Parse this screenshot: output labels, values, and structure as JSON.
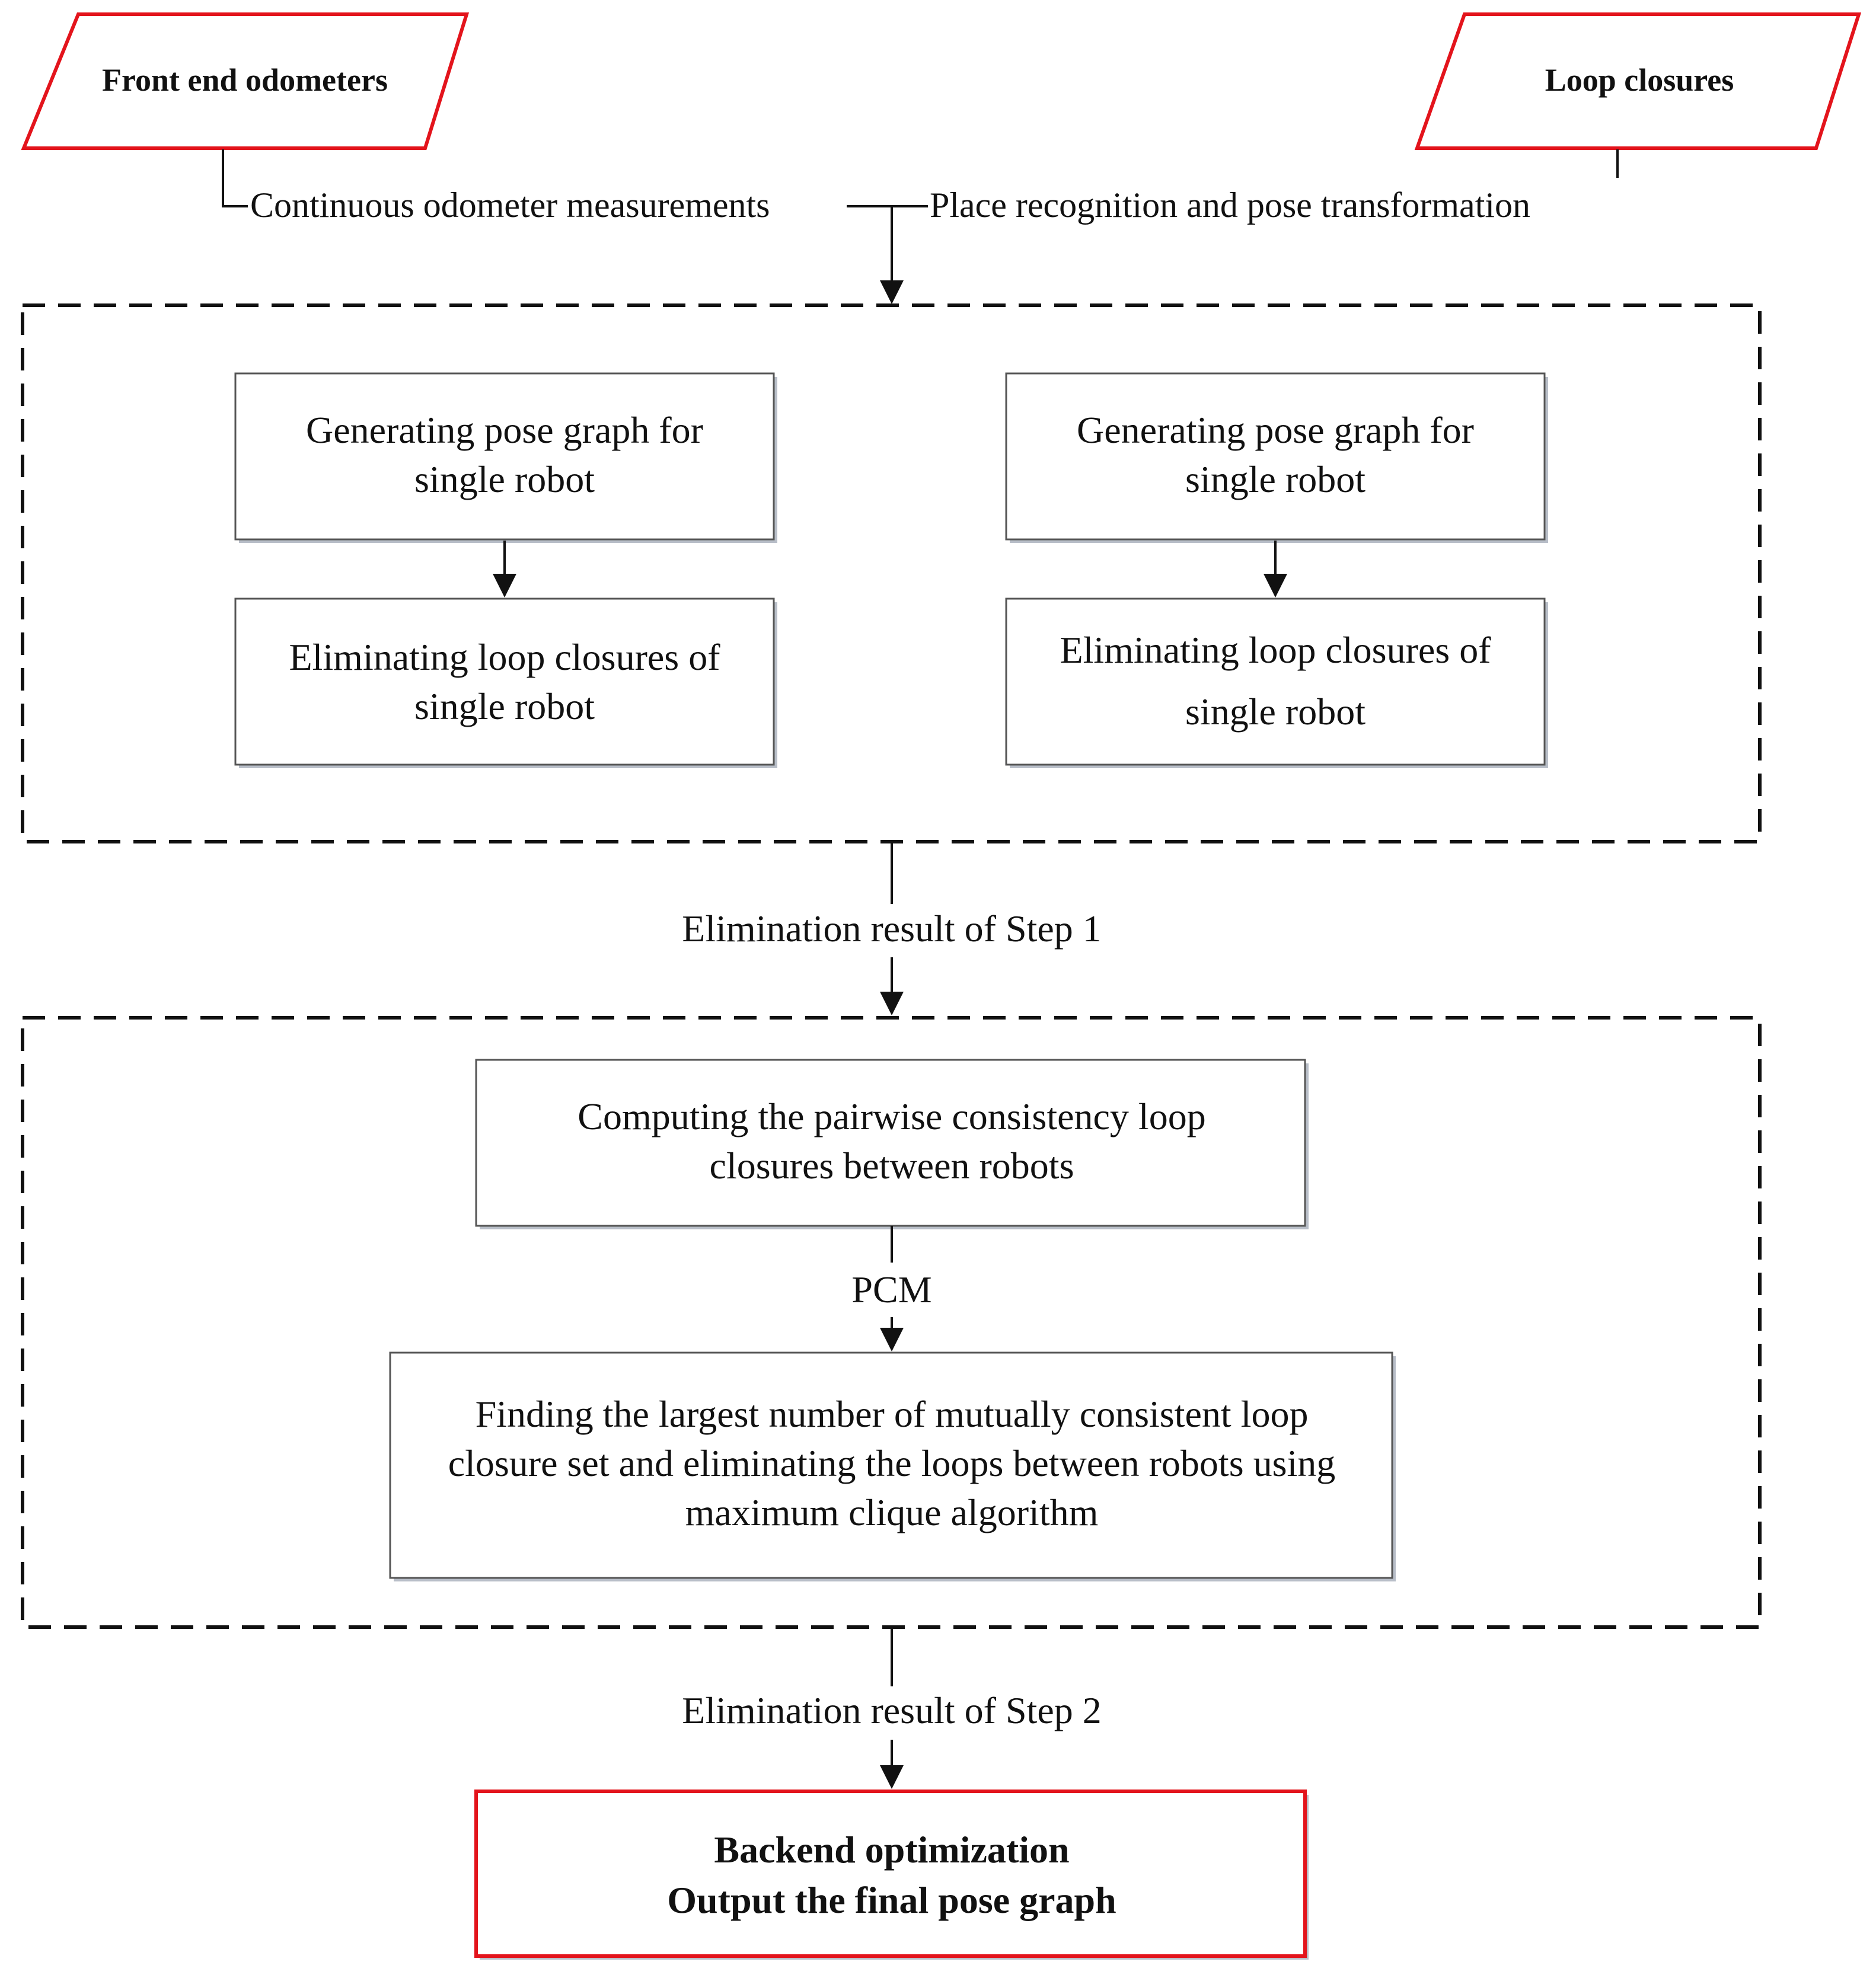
{
  "inputs": {
    "left": "Front end odometers",
    "right": "Loop closures",
    "left_edge": "Continuous odometer measurements",
    "right_edge": "Place recognition and pose transformation"
  },
  "step1": {
    "left_generate": [
      "Generating pose graph for",
      "single robot"
    ],
    "left_eliminate": [
      "Eliminating loop closures of",
      "single robot"
    ],
    "right_generate": [
      "Generating pose graph for",
      "single robot"
    ],
    "right_eliminate": [
      "Eliminating loop closures of",
      "single robot"
    ],
    "result_label": "Elimination result of Step 1"
  },
  "step2": {
    "compute": [
      "Computing the pairwise consistency loop",
      "closures between robots"
    ],
    "edge_label": "PCM",
    "find": [
      "Finding the largest number of mutually consistent loop",
      "closure set and eliminating the loops between robots using",
      "maximum clique algorithm"
    ],
    "result_label": "Elimination result of Step 2"
  },
  "output": {
    "line1": "Backend optimization",
    "line2": "Output the final pose graph"
  },
  "colors": {
    "highlight_border": "#e3141c",
    "box_border": "#555555",
    "line": "#111111",
    "shadow": "#b8bec8"
  }
}
